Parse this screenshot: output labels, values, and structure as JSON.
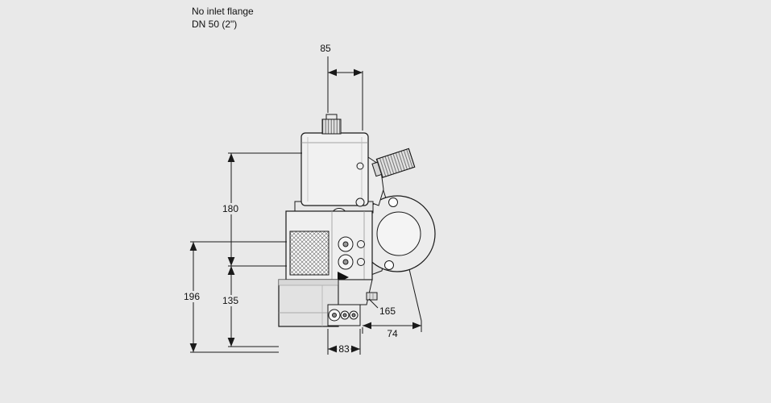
{
  "meta": {
    "background_color": "#e9e9e9",
    "line_color": "#1a1a1a",
    "drawing_subject": "gas solenoid valve with flange, dimensional drawing"
  },
  "header": {
    "line1": "No inlet flange",
    "line2": "DN 50 (2\")"
  },
  "dimensions": {
    "width_top": "85",
    "height_upper": "180",
    "height_total": "196",
    "height_lower": "135",
    "flange_ref": "165",
    "width_right": "74",
    "width_bottom": "83"
  }
}
